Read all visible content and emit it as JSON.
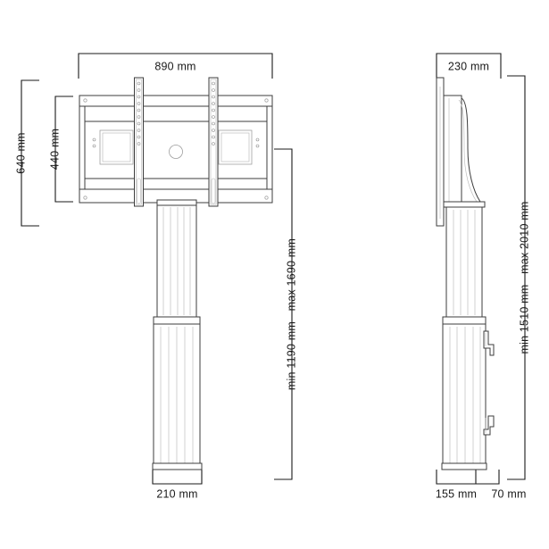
{
  "drawing": {
    "title": "Display wall mount with lifting column - dimensioned technical drawing",
    "background_color": "#ffffff",
    "line_color": "#3c3c3c",
    "dimension_color": "#1a1a1a",
    "views": [
      {
        "name": "front-view",
        "label": ""
      },
      {
        "name": "side-view",
        "label": ""
      }
    ]
  },
  "front_view": {
    "dimensions": {
      "width_top": "890 mm",
      "height_overall_left": "640 mm",
      "height_inner_left": "440 mm",
      "height_right": "min 1190 mm - max 1690 mm",
      "column_width_bottom": "210 mm"
    }
  },
  "side_view": {
    "dimensions": {
      "depth_top": "230 mm",
      "height_right": "min 1510 mm - max 2010 mm",
      "depth_bottom_left": "155 mm",
      "depth_bottom_right": "70 mm"
    }
  },
  "labels": {
    "mm_unit": "mm"
  }
}
